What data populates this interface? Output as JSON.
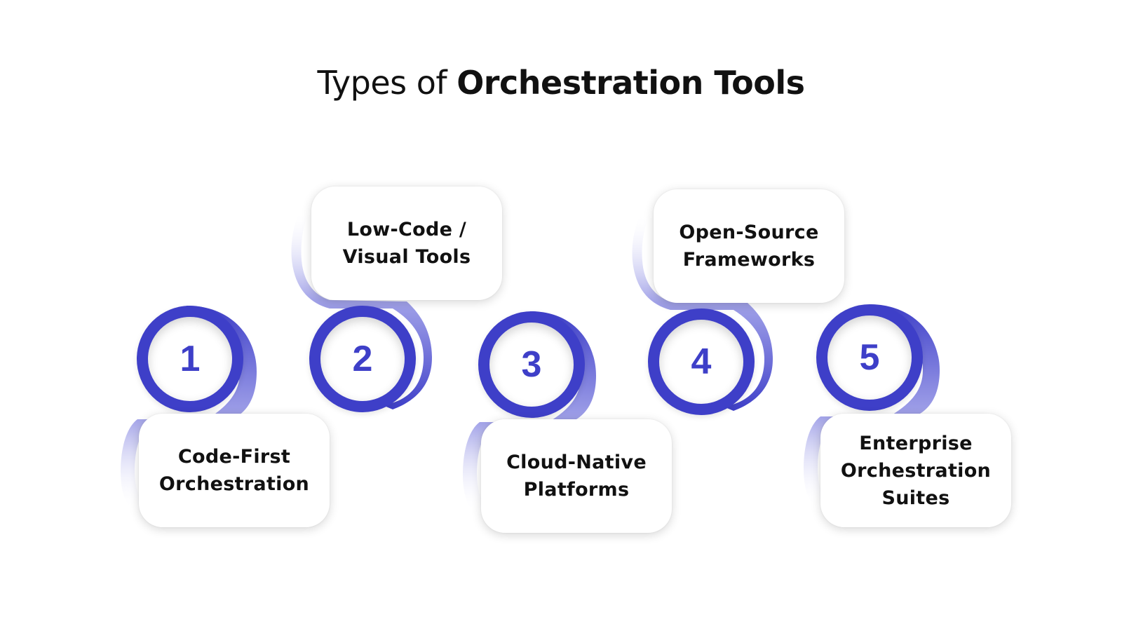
{
  "title": {
    "light": "Types of",
    "bold": "Orchestration Tools"
  },
  "accent_color": "#3e3fc8",
  "items": [
    {
      "number": "1",
      "label": "Code-First Orchestration"
    },
    {
      "number": "2",
      "label": "Low-Code / Visual Tools"
    },
    {
      "number": "3",
      "label": "Cloud-Native Platforms"
    },
    {
      "number": "4",
      "label": "Open-Source Frameworks"
    },
    {
      "number": "5",
      "label": "Enterprise Orchestration Suites"
    }
  ]
}
